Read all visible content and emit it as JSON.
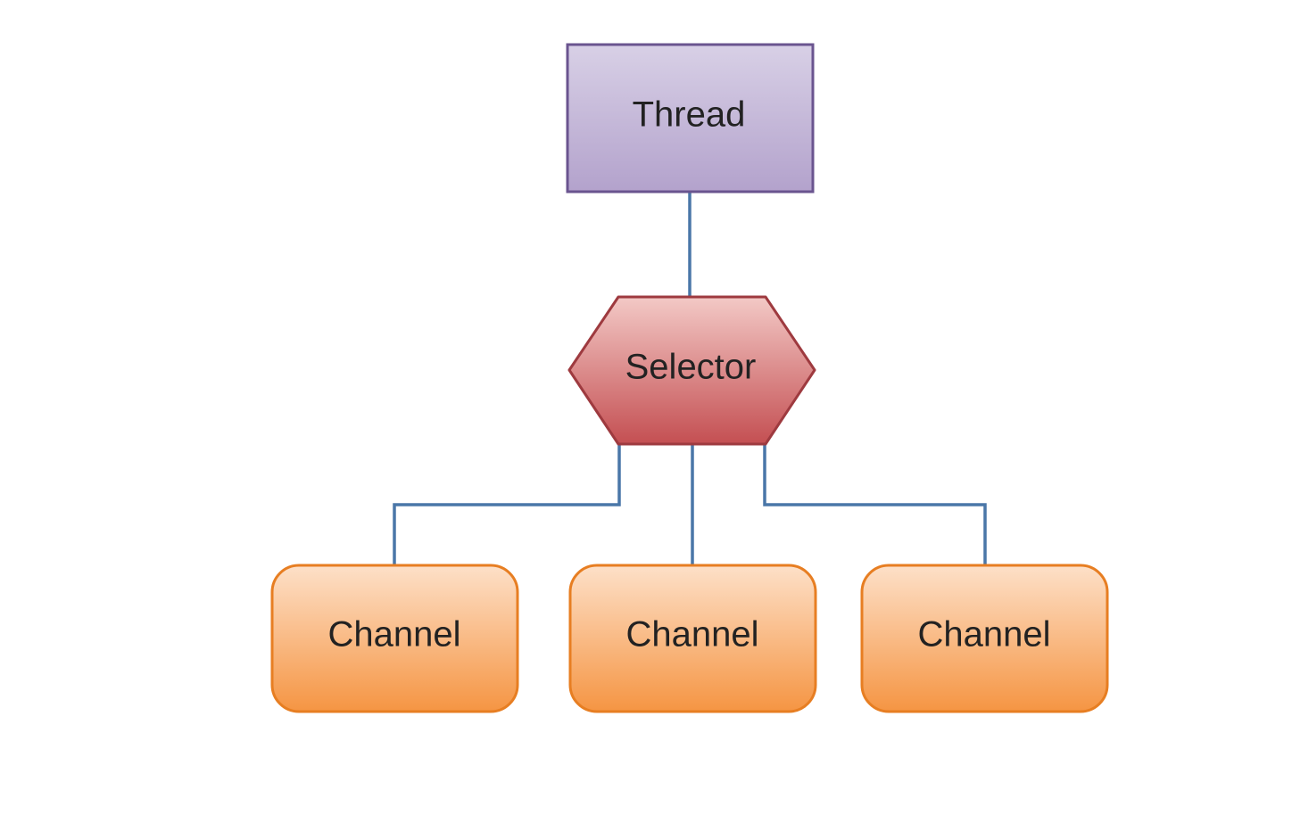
{
  "nodes": {
    "thread": {
      "label": "Thread",
      "shape": "rectangle"
    },
    "selector": {
      "label": "Selector",
      "shape": "hexagon"
    },
    "channels": [
      {
        "label": "Channel",
        "shape": "rounded-rectangle"
      },
      {
        "label": "Channel",
        "shape": "rounded-rectangle"
      },
      {
        "label": "Channel",
        "shape": "rounded-rectangle"
      }
    ]
  },
  "edges": [
    {
      "from": "Thread",
      "to": "Selector"
    },
    {
      "from": "Selector",
      "to": "Channel 1"
    },
    {
      "from": "Selector",
      "to": "Channel 2"
    },
    {
      "from": "Selector",
      "to": "Channel 3"
    }
  ],
  "colors": {
    "thread_fill_top": "#d8d0e6",
    "thread_fill_bottom": "#b3a2cc",
    "thread_border": "#6a548f",
    "selector_fill_top": "#f3c9c6",
    "selector_fill_bottom": "#c44f52",
    "selector_border": "#9e3a3f",
    "channel_fill_top": "#fde0c8",
    "channel_fill_bottom": "#f59543",
    "channel_border": "#e77e22",
    "connector": "#4a77a8"
  }
}
